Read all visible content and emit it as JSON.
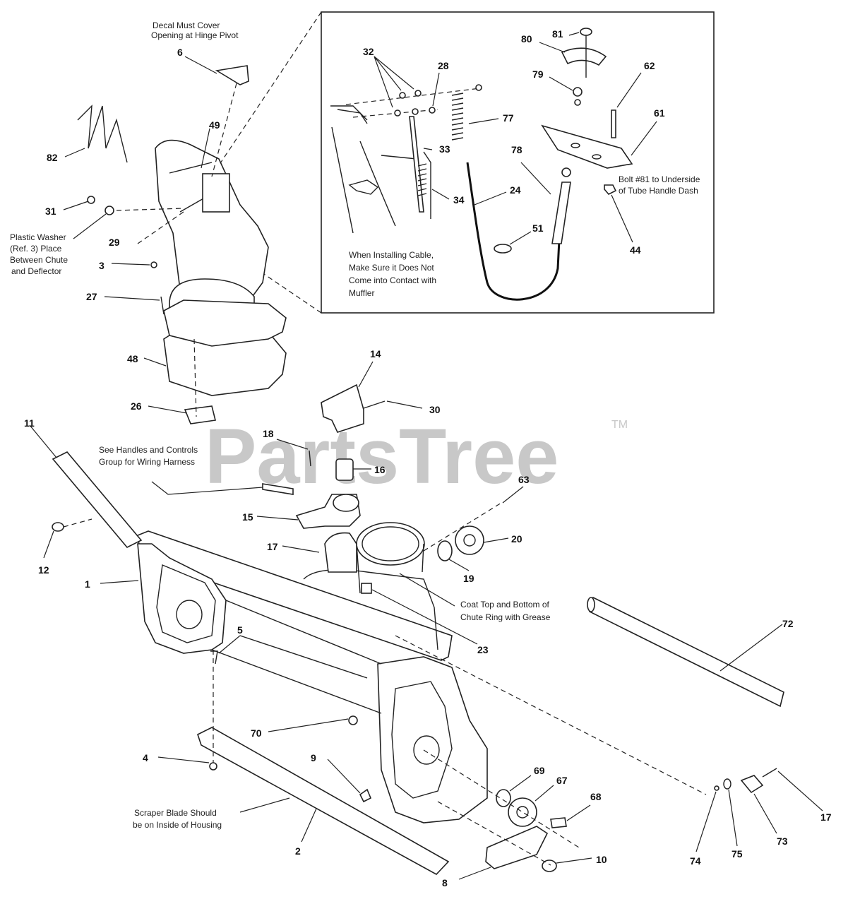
{
  "watermark": {
    "text": "PartsTree",
    "tm": "TM"
  },
  "notes": {
    "decal_line1": "Decal Must Cover",
    "decal_line2": "Opening at Hinge Pivot",
    "washer_line1": "Plastic Washer",
    "washer_line2": "(Ref. 3) Place",
    "washer_line3": "Between Chute",
    "washer_line4": "and Deflector",
    "cable_line1": "When Installing Cable,",
    "cable_line2": "Make Sure it Does Not",
    "cable_line3": "Come into Contact with",
    "cable_line4": "Muffler",
    "bolt_line1": "Bolt #81 to Underside",
    "bolt_line2": "of Tube Handle Dash",
    "handles_line1": "See Handles and Controls",
    "handles_line2": "Group for Wiring Harness",
    "grease_line1": "Coat Top and Bottom of",
    "grease_line2": "Chute Ring with Grease",
    "scraper_line1": "Scraper Blade Should",
    "scraper_line2": "be on Inside of Housing"
  },
  "callouts": [
    {
      "id": "c6",
      "text": "6"
    },
    {
      "id": "c82",
      "text": "82"
    },
    {
      "id": "c49",
      "text": "49"
    },
    {
      "id": "c31",
      "text": "31"
    },
    {
      "id": "c29",
      "text": "29"
    },
    {
      "id": "c3",
      "text": "3"
    },
    {
      "id": "c27",
      "text": "27"
    },
    {
      "id": "c48",
      "text": "48"
    },
    {
      "id": "c26",
      "text": "26"
    },
    {
      "id": "c11",
      "text": "11"
    },
    {
      "id": "c12",
      "text": "12"
    },
    {
      "id": "c1",
      "text": "1"
    },
    {
      "id": "c5",
      "text": "5"
    },
    {
      "id": "c4",
      "text": "4"
    },
    {
      "id": "c70",
      "text": "70"
    },
    {
      "id": "c9",
      "text": "9"
    },
    {
      "id": "c2",
      "text": "2"
    },
    {
      "id": "c8",
      "text": "8"
    },
    {
      "id": "c10",
      "text": "10"
    },
    {
      "id": "c68",
      "text": "68"
    },
    {
      "id": "c67",
      "text": "67"
    },
    {
      "id": "c69",
      "text": "69"
    },
    {
      "id": "c14",
      "text": "14"
    },
    {
      "id": "c30",
      "text": "30"
    },
    {
      "id": "c18",
      "text": "18"
    },
    {
      "id": "c16",
      "text": "16"
    },
    {
      "id": "c15",
      "text": "15"
    },
    {
      "id": "c17a",
      "text": "17"
    },
    {
      "id": "c63",
      "text": "63"
    },
    {
      "id": "c20",
      "text": "20"
    },
    {
      "id": "c19",
      "text": "19"
    },
    {
      "id": "c23",
      "text": "23"
    },
    {
      "id": "c72",
      "text": "72"
    },
    {
      "id": "c17b",
      "text": "17"
    },
    {
      "id": "c73",
      "text": "73"
    },
    {
      "id": "c75",
      "text": "75"
    },
    {
      "id": "c74",
      "text": "74"
    },
    {
      "id": "c32",
      "text": "32"
    },
    {
      "id": "c28",
      "text": "28"
    },
    {
      "id": "c77",
      "text": "77"
    },
    {
      "id": "c33",
      "text": "33"
    },
    {
      "id": "c34",
      "text": "34"
    },
    {
      "id": "c24",
      "text": "24"
    },
    {
      "id": "c51",
      "text": "51"
    },
    {
      "id": "c78",
      "text": "78"
    },
    {
      "id": "c80",
      "text": "80"
    },
    {
      "id": "c81",
      "text": "81"
    },
    {
      "id": "c79",
      "text": "79"
    },
    {
      "id": "c62",
      "text": "62"
    },
    {
      "id": "c61",
      "text": "61"
    },
    {
      "id": "c44",
      "text": "44"
    }
  ]
}
